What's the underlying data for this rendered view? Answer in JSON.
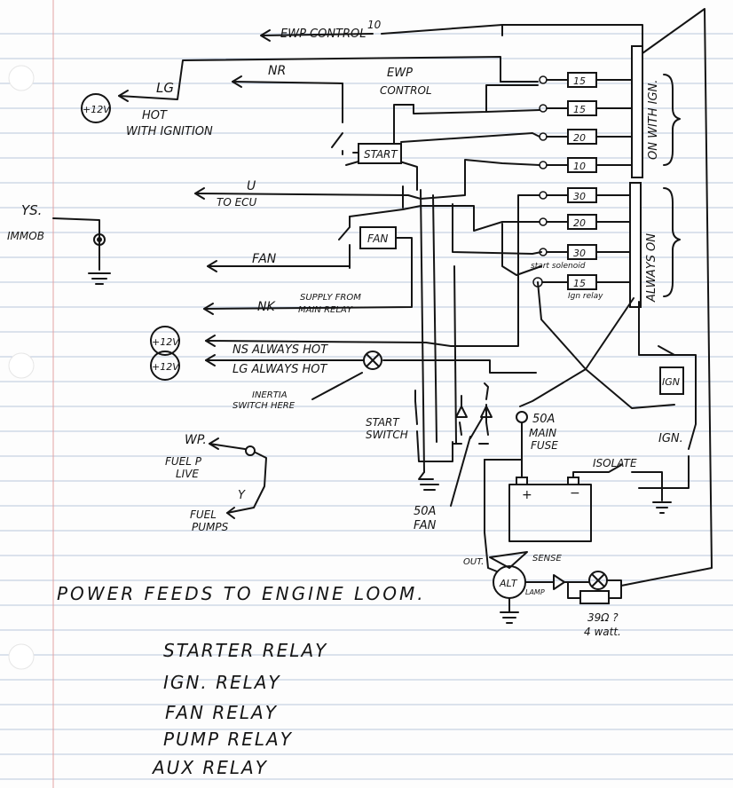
{
  "labels": {
    "ewp_control_top": "EWP CONTROL",
    "ten_top": "10",
    "lg": "LG",
    "plus12v_1": "+12V",
    "hot_with_ignition": "HOT",
    "hot_with_ignition_2": "WITH IGNITION",
    "nr": "NR",
    "ewp_control_mid_1": "EWP",
    "ewp_control_mid_2": "CONTROL",
    "start_relay": "START",
    "fan_relay": "FAN",
    "ys": "YS.",
    "immob": "IMMOB",
    "u": "U",
    "to_ecu": "TO ECU",
    "fan": "FAN",
    "nk": "NK",
    "supply_from_main_relay_1": "SUPPLY FROM",
    "supply_from_main_relay_2": "MAIN RELAY",
    "plus12v_2": "+12V",
    "plus12v_3": "+12V",
    "ns_always_hot": "NS ALWAYS HOT",
    "lg_always_hot": "LG ALWAYS HOT",
    "inertia_switch_1": "INERTIA",
    "inertia_switch_2": "SWITCH HERE",
    "start_switch_1": "START",
    "start_switch_2": "SWITCH",
    "wp": "WP.",
    "fuel_p_live_1": "FUEL P",
    "fuel_p_live_2": "LIVE",
    "y": "Y",
    "fuel_pumps_1": "FUEL",
    "fuel_pumps_2": "PUMPS",
    "fifty_a_fan_1": "50A",
    "fifty_a_fan_2": "FAN",
    "fifty_a_main_fuse_1": "50A",
    "fifty_a_main_fuse_2": "MAIN",
    "fifty_a_main_fuse_3": "FUSE",
    "ign_box": "IGN",
    "ign_switch": "IGN.",
    "isolate": "ISOLATE",
    "out": "OUT.",
    "sense": "SENSE",
    "alt": "ALT",
    "lamp": "LAMP",
    "resistor_1": "39Ω ?",
    "resistor_2": "4 watt.",
    "on_with_ign": "ON WITH IGN.",
    "always_on": "ALWAYS ON",
    "start_solenoid": "start solenoid",
    "ign_relay_note": "Ign relay",
    "battery_plus": "+",
    "battery_minus": "−",
    "power_feeds_title": "POWER FEEDS TO ENGINE LOOM.",
    "relay_list": [
      "STARTER RELAY",
      "IGN. RELAY",
      "FAN RELAY",
      "PUMP RELAY",
      "AUX RELAY"
    ]
  },
  "fuses": {
    "on_with_ign": [
      "15",
      "15",
      "20",
      "10"
    ],
    "always_on": [
      "30",
      "20",
      "30",
      "15"
    ]
  }
}
